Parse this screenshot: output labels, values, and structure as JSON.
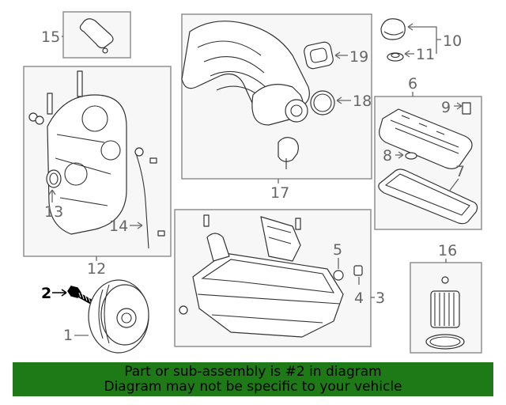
{
  "diagram": {
    "callouts": {
      "c1": "1",
      "c2": "2",
      "c3": "3",
      "c4": "4",
      "c5": "5",
      "c6": "6",
      "c7": "7",
      "c8": "8",
      "c9": "9",
      "c10": "10",
      "c11": "11",
      "c12": "12",
      "c13": "13",
      "c14": "14",
      "c15": "15",
      "c16": "16",
      "c17": "17",
      "c18": "18",
      "c19": "19"
    },
    "highlight_part": "2",
    "highlight_color": "#000000",
    "line_color": "#333333",
    "box_fill": "#f7f7f7"
  },
  "banner": {
    "line1": "Part or sub-assembly is #2 in diagram",
    "line2": "Diagram may not be specific to your vehicle",
    "background": "#1e7a16"
  }
}
